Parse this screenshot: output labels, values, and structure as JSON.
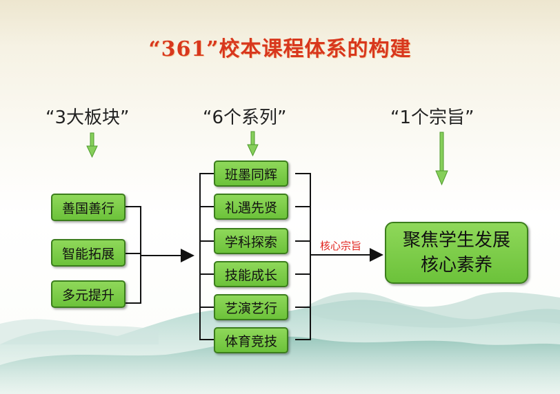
{
  "title": "“361”校本课程体系的构建",
  "columns": {
    "left_heading": "“3大板块”",
    "middle_heading": "“6个系列”",
    "right_heading": "“1个宗旨”"
  },
  "blocks": [
    "善国善行",
    "智能拓展",
    "多元提升"
  ],
  "series": [
    "班墨同辉",
    "礼遇先贤",
    "学科探索",
    "技能成长",
    "艺演艺行",
    "体育竞技"
  ],
  "arrow_label": "核心宗旨",
  "goal": {
    "line1": "聚焦学生发展",
    "line2": "核心素养"
  },
  "colors": {
    "title": "#d8371d",
    "box_fill": "#7ccc48",
    "box_border": "#3b7d1c",
    "arrow_label": "#e0201a"
  }
}
